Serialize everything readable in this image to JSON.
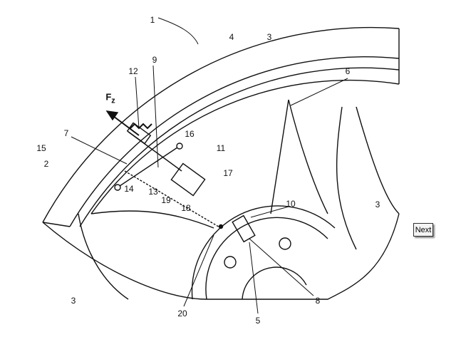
{
  "figure": {
    "force_label": "F",
    "force_subscript": "z",
    "labels": [
      {
        "id": "1",
        "text": "1"
      },
      {
        "id": "2",
        "text": "2"
      },
      {
        "id": "3a",
        "text": "3"
      },
      {
        "id": "3b",
        "text": "3"
      },
      {
        "id": "3c",
        "text": "3"
      },
      {
        "id": "4",
        "text": "4"
      },
      {
        "id": "5",
        "text": "5"
      },
      {
        "id": "6",
        "text": "6"
      },
      {
        "id": "7",
        "text": "7"
      },
      {
        "id": "8",
        "text": "8"
      },
      {
        "id": "9",
        "text": "9"
      },
      {
        "id": "10",
        "text": "10"
      },
      {
        "id": "11",
        "text": "11"
      },
      {
        "id": "12",
        "text": "12"
      },
      {
        "id": "13",
        "text": "13"
      },
      {
        "id": "14",
        "text": "14"
      },
      {
        "id": "15",
        "text": "15"
      },
      {
        "id": "16",
        "text": "16"
      },
      {
        "id": "17",
        "text": "17"
      },
      {
        "id": "18",
        "text": "18"
      },
      {
        "id": "19",
        "text": "19"
      },
      {
        "id": "20",
        "text": "20"
      }
    ]
  },
  "navigation": {
    "next_label": "Next"
  }
}
